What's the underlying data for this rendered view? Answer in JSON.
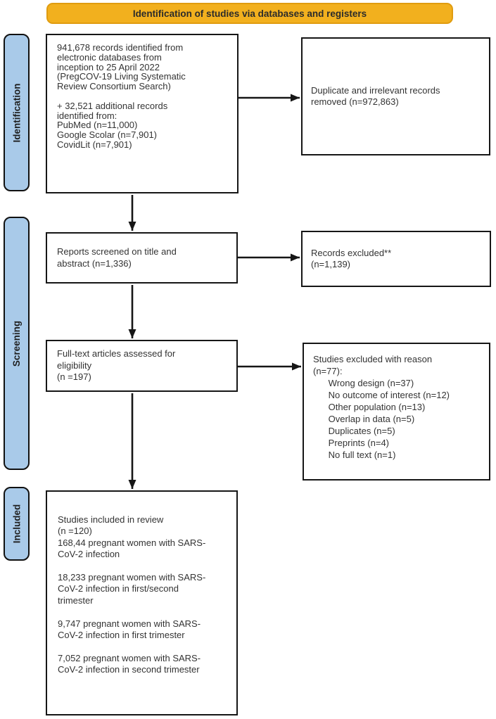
{
  "banner": {
    "title": "Identification of studies via databases and registers"
  },
  "colors": {
    "banner_bg": "#F2B01E",
    "banner_border": "#E09C10",
    "stage_bg": "#A9CAE9",
    "line": "#161616",
    "text": "#333333"
  },
  "stages": {
    "identification": "Identification",
    "screening": "Screening",
    "included": "Included"
  },
  "boxes": {
    "records_identified": {
      "lines": [
        "941,678 records identified from",
        "electronic databases from",
        "inception to 25 April 2022",
        "(PregCOV-19 Living Systematic",
        "Review Consortium Search)",
        "",
        "+ 32,521 additional records",
        "identified from:",
        "PubMed (n=11,000)",
        "Google Scolar (n=7,901)",
        "CovidLit (n=7,901)"
      ]
    },
    "duplicates_removed": {
      "lines": [
        "Duplicate and irrelevant records",
        "removed (n=972,863)"
      ]
    },
    "reports_screened": {
      "lines": [
        "Reports screened on title and",
        "abstract (n=1,336)"
      ]
    },
    "records_excluded": {
      "lines": [
        "Records excluded**",
        "(n=1,139)"
      ]
    },
    "fulltext_assessed": {
      "lines": [
        "Full-text articles assessed for",
        "eligibility",
        "(n =197)"
      ]
    },
    "studies_excluded": {
      "lines": [
        "Studies excluded with reason",
        "(n=77):",
        "      Wrong design (n=37)",
        "      No outcome of interest (n=12)",
        "      Other population (n=13)",
        "      Overlap in data (n=5)",
        "      Duplicates (n=5)",
        "      Preprints (n=4)",
        "      No full text (n=1)"
      ]
    },
    "studies_included": {
      "lines": [
        "Studies included in review",
        "(n =120)",
        "168,44 pregnant women with SARS-",
        "CoV-2 infection",
        "",
        "18,233 pregnant women with SARS-",
        "CoV-2 infection in first/second",
        "trimester",
        "",
        "9,747 pregnant women with SARS-",
        "CoV-2 infection in first trimester",
        "",
        "7,052 pregnant women with SARS-",
        "CoV-2 infection in second trimester"
      ]
    }
  }
}
